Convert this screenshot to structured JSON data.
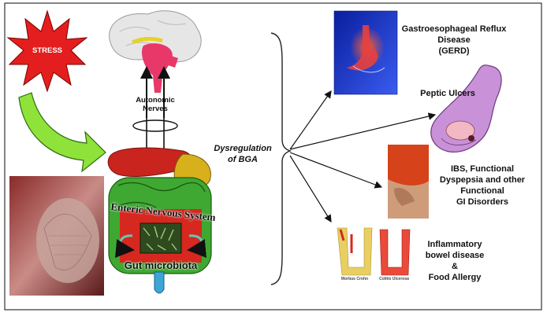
{
  "stress": {
    "label": "STRESS"
  },
  "brain": {
    "nerves_label_line1": "Autonomic",
    "nerves_label_line2": "Nerves"
  },
  "gut": {
    "ens_label": "Enteric Nervous System",
    "microbiota_label": "Gut microbiota"
  },
  "center": {
    "line1": "Dysregulation",
    "line2": "of BGA"
  },
  "outcomes": {
    "gerd": {
      "line1": "Gastroesophageal Reflux",
      "line2": "Disease",
      "line3": "(GERD)"
    },
    "peptic": {
      "line1": "Peptic Ulcers"
    },
    "ibs": {
      "line1": "IBS, Functional",
      "line2": "Dyspepsia and other",
      "line3": "Functional",
      "line4": "GI Disorders"
    },
    "ibd": {
      "line1": "Inflammatory",
      "line2": "bowel disease",
      "line3": "&",
      "line4": "Food Allergy"
    }
  },
  "thumb_captions": {
    "crohn": "Morbus Crohn",
    "colitis": "Colitis Ulcerosa"
  },
  "colors": {
    "stress_star": "#e41e1e",
    "green_arrow": "#8fe23a",
    "brain_pink": "#e8386a",
    "intestine_green": "#3fa832",
    "liver_red": "#c9241d",
    "stomach_purple": "#b47acb",
    "gerd_blue": "#1d2fc4"
  }
}
